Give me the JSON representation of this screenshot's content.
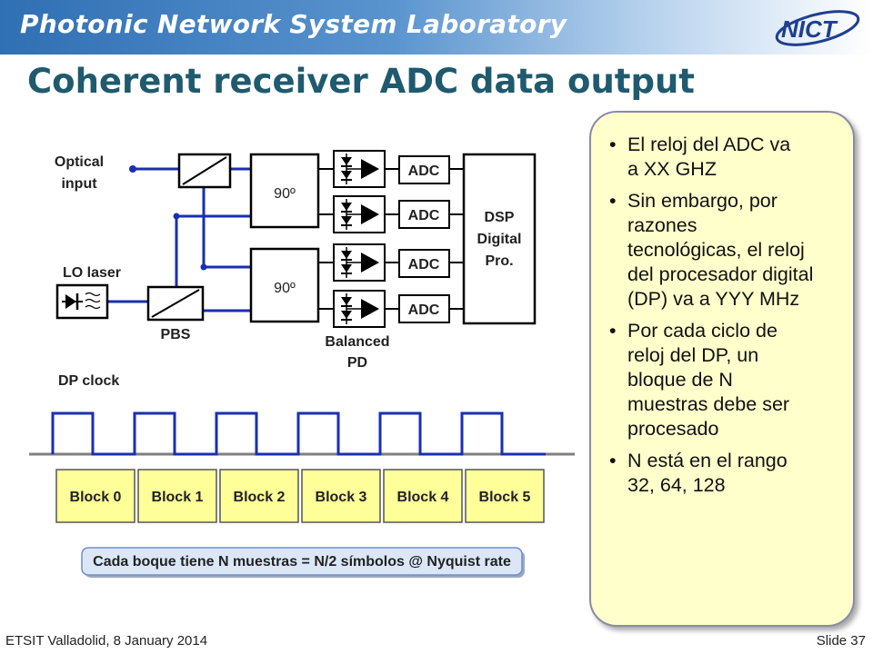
{
  "header": {
    "lab_name": "Photonic Network System Laboratory",
    "logo_text": "NICT"
  },
  "slide": {
    "title": "Coherent receiver ADC data output"
  },
  "diagram": {
    "optical_input": [
      "Optical",
      "input"
    ],
    "lo_laser": "LO laser",
    "pbs": "PBS",
    "hybrid_label": "90º",
    "adc_label": "ADC",
    "dsp": [
      "DSP",
      "Digital",
      "Pro."
    ],
    "balanced_pd": [
      "Balanced",
      "PD"
    ],
    "dp_clock": "DP clock",
    "blocks": [
      "Block 0",
      "Block 1",
      "Block 2",
      "Block 3",
      "Block 4",
      "Block 5"
    ],
    "note": "Cada boque tiene N muestras = N/2 símbolos @ Nyquist rate"
  },
  "bullets": [
    "El reloj del ADC va a XX GHZ",
    "Sin embargo, por razones tecnológicas, el reloj del procesador digital (DP) va a YYY MHz",
    "Por cada ciclo de reloj del DP, un bloque de N muestras debe ser procesado",
    "N está en el rango 32, 64, 128"
  ],
  "bullet_lines": [
    [
      "El reloj del ADC va",
      "a XX GHZ"
    ],
    [
      "Sin embargo, por",
      "razones",
      "tecnológicas, el reloj",
      "del procesador digital",
      "(DP) va a YYY MHz"
    ],
    [
      "Por cada ciclo de",
      "reloj del DP, un",
      "bloque de N",
      "muestras debe ser",
      "procesado"
    ],
    [
      "N está en el rango",
      "32, 64, 128"
    ]
  ],
  "footer": {
    "left": "ETSIT Valladolid, 8 January 2014",
    "right": "Slide 37"
  },
  "colors": {
    "banner": "#2f6fb3",
    "title": "#1f5a6e",
    "wire": "#1a2fb0",
    "block_fill": "#ffff99",
    "callout_fill": "#ffffcc",
    "note_fill": "#dbe7f7"
  }
}
